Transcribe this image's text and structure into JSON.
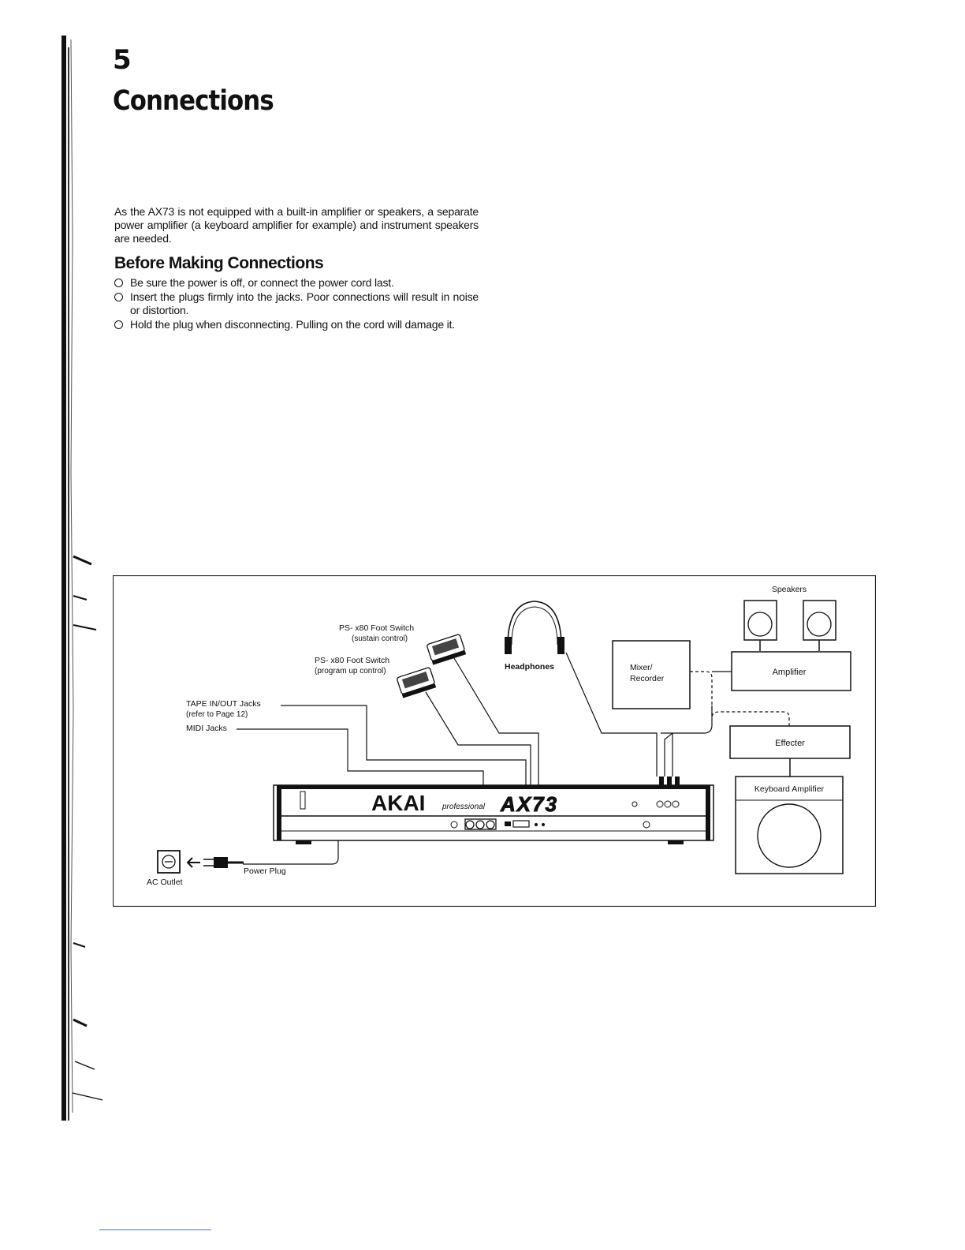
{
  "page": {
    "chapter_number": "5",
    "title": "Connections"
  },
  "intro": {
    "text": "As the AX73 is not equipped with a built-in amplifier or speakers, a separate power amplifier (a keyboard amplifier for example) and instrument speakers are needed."
  },
  "before_connections": {
    "heading": "Before Making Connections",
    "items": [
      "Be sure the power is off, or connect the power cord last.",
      "Insert the plugs firmly into the jacks. Poor connections will result in noise or distortion.",
      "Hold the plug when disconnecting. Pulling on the cord will damage it."
    ]
  },
  "diagram": {
    "labels": {
      "footswitch_sustain": "PS- x80 Foot Switch",
      "footswitch_sustain_note": "(sustain control)",
      "footswitch_program": "PS- x80 Foot Switch",
      "footswitch_program_note": "(program up control)",
      "headphones": "Headphones",
      "mixer_line1": "Mixer/",
      "mixer_line2": "Recorder",
      "speakers": "Speakers",
      "amplifier": "Amplifier",
      "effecter": "Effecter",
      "keyboard_amplifier": "Keyboard Amplifier",
      "tape_jacks": "TAPE IN/OUT Jacks",
      "tape_jacks_note": "(refer to Page 12)",
      "midi_jacks": "MIDI Jacks",
      "brand": "AKAI",
      "brand_sub": "professional",
      "model": "AX73",
      "power_plug": "Power Plug",
      "ac_outlet": "AC Outlet"
    }
  }
}
